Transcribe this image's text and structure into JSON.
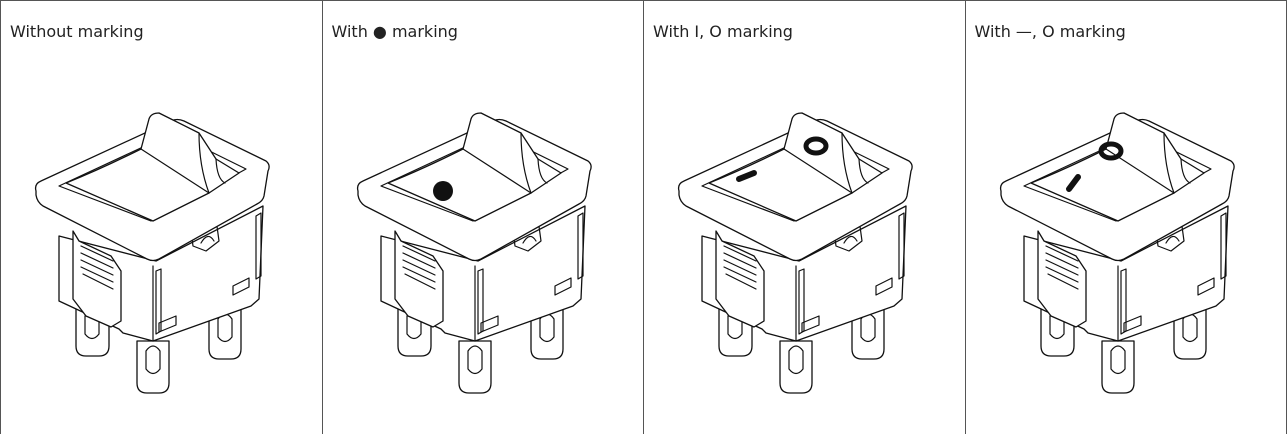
{
  "panels": [
    {
      "label": "Without marking",
      "marking": "none"
    },
    {
      "label": "With ● marking",
      "marking": "dot"
    },
    {
      "label": "With I, O marking",
      "marking": "i-o"
    },
    {
      "label": "With —, O marking",
      "marking": "dash-o"
    }
  ],
  "colors": {
    "line": "#111111",
    "border": "#555555",
    "background": "#ffffff"
  }
}
